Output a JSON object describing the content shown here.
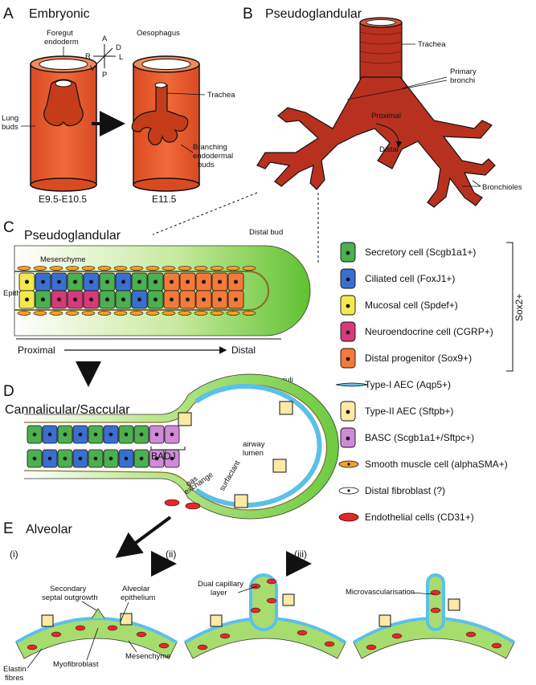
{
  "panels": {
    "a": {
      "letter": "A",
      "title": "Embryonic",
      "foregut": [
        "Foregut",
        "endoderm"
      ],
      "oesophagus": "Oesophagus",
      "lung_buds": [
        "Lung",
        "buds"
      ],
      "trachea": "Trachea",
      "branching": [
        "Branching",
        "endodermal",
        "buds"
      ],
      "stage1": "E9.5-E10.5",
      "stage2": "E11.5",
      "axis": {
        "a": "A",
        "p": "P",
        "d": "D",
        "v": "V",
        "r": "R",
        "l": "L"
      }
    },
    "b": {
      "letter": "B",
      "title": "Pseudoglandular",
      "trachea": "Trachea",
      "primary": [
        "Primary",
        "bronchi"
      ],
      "proximal": "Proximal",
      "distal": "Distal",
      "bronchioles": "Bronchioles"
    },
    "c": {
      "letter": "C",
      "title": "Pseudoglandular",
      "distal_bud": "Distal bud",
      "mesenchyme": "Mesenchyme",
      "epithelium": "Epithelium",
      "proximal": "Proximal",
      "distal": "Distal"
    },
    "d": {
      "letter": "D",
      "title": "Cannalicular/Saccular",
      "sacculi": "Sacculi",
      "badj": "BADJ",
      "airway": [
        "airway",
        "lumen"
      ],
      "gas": [
        "gas",
        "exchange"
      ],
      "surfactant": "surfactant"
    },
    "e": {
      "letter": "E",
      "title": "Alveolar",
      "sub1": "(i)",
      "sub2": "(ii)",
      "sub3": "(iii)",
      "secondary": [
        "Secondary",
        "septal outgrowth"
      ],
      "alveolar_epi": [
        "Alveolar",
        "epithelium"
      ],
      "elastin": [
        "Elastin",
        "fibres"
      ],
      "myofibroblast": "Myofibroblast",
      "mesenchyme": "Mesenchyme",
      "dual": [
        "Dual capillary",
        "layer"
      ],
      "micro": "Microvascularisation"
    }
  },
  "legend": {
    "items": [
      {
        "label": "Secretory cell (Scgb1a1+)",
        "color": "#4caf50"
      },
      {
        "label": "Ciliated cell (FoxJ1+)",
        "color": "#3a6fcf"
      },
      {
        "label": "Mucosal cell (Spdef+)",
        "color": "#f2e94e"
      },
      {
        "label": "Neuroendocrine cell (CGRP+)",
        "color": "#d63a7a"
      },
      {
        "label": "Distal progenitor (Sox9+)",
        "color": "#f47a3a"
      },
      {
        "label": "Type-I AEC (Aqp5+)",
        "color": "#5cc0e8"
      },
      {
        "label": "Type-II AEC (Sftpb+)",
        "color": "#fbe9a6"
      },
      {
        "label": "BASC (Scgb1a1+/Sftpc+)",
        "color": "#d08ad8"
      },
      {
        "label": "Smooth muscle cell (alphaSMA+)",
        "color": "#f2a12a"
      },
      {
        "label": "Distal fibroblast (?)",
        "color": "#ffffff"
      },
      {
        "label": "Endothelial cells (CD31+)",
        "color": "#e8262a"
      }
    ],
    "bracket": "Sox2+"
  },
  "colors": {
    "tissue": "#e8532a",
    "tree": "#b8311f",
    "mesgreen": "#7ccf4a",
    "epi": "#c8872a"
  }
}
